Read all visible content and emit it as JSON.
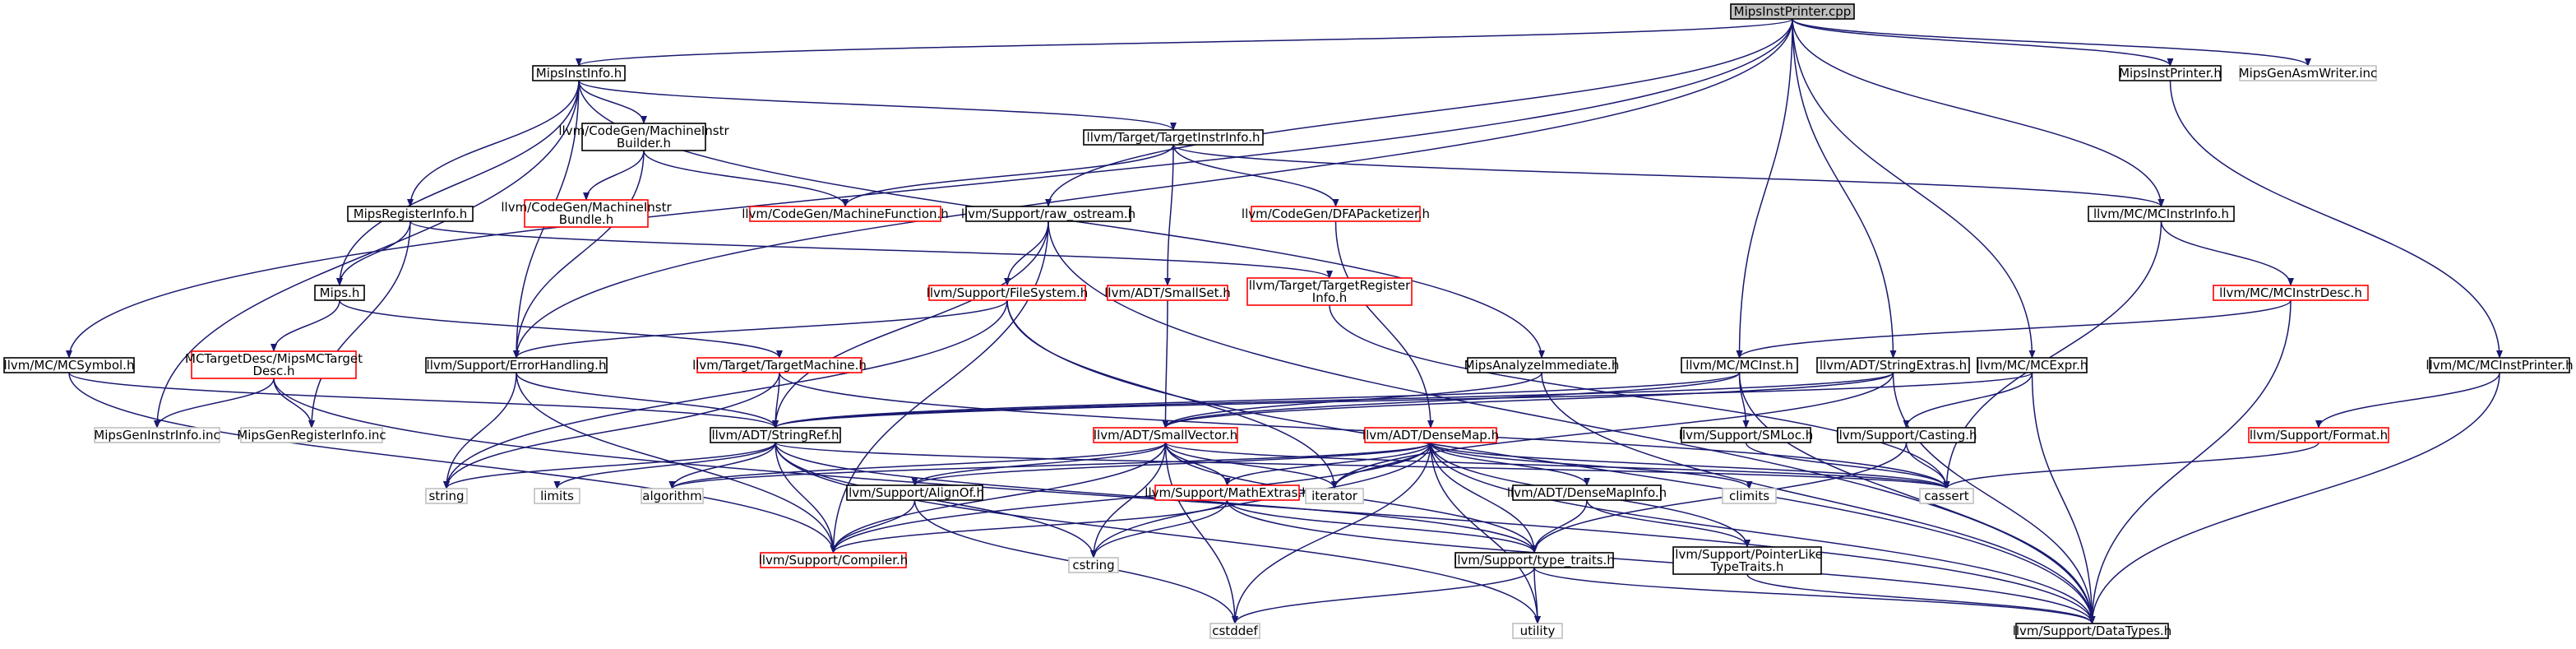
{
  "colors": {
    "root_fill": "#bfbfbf",
    "node_border": "#000000",
    "incomplete_border": "#ff0000",
    "system_border": "#bfbfbf",
    "edge": "#191970"
  },
  "nodes": {
    "root": {
      "label": [
        "MipsInstPrinter.cpp"
      ],
      "kind": "root"
    },
    "mipsinstinfo": {
      "label": [
        "MipsInstInfo.h"
      ],
      "kind": "normal"
    },
    "mipsinstprinter_h": {
      "label": [
        "MipsInstPrinter.h"
      ],
      "kind": "normal"
    },
    "mipsgenasmwriter": {
      "label": [
        "MipsGenAsmWriter.inc"
      ],
      "kind": "system"
    },
    "machineinstrbuilder": {
      "label": [
        "llvm/CodeGen/MachineInstr",
        "Builder.h"
      ],
      "kind": "normal"
    },
    "targetinstrinfo": {
      "label": [
        "llvm/Target/TargetInstrInfo.h"
      ],
      "kind": "normal"
    },
    "machineinstrbundle": {
      "label": [
        "llvm/CodeGen/MachineInstr",
        "Bundle.h"
      ],
      "kind": "incomplete"
    },
    "mipsregisterinfo": {
      "label": [
        "MipsRegisterInfo.h"
      ],
      "kind": "normal"
    },
    "machinefunction": {
      "label": [
        "llvm/CodeGen/MachineFunction.h"
      ],
      "kind": "incomplete"
    },
    "raw_ostream": {
      "label": [
        "llvm/Support/raw_ostream.h"
      ],
      "kind": "normal"
    },
    "dfapacketizer": {
      "label": [
        "llvm/CodeGen/DFAPacketizer.h"
      ],
      "kind": "incomplete"
    },
    "mcinstrinfo": {
      "label": [
        "llvm/MC/MCInstrInfo.h"
      ],
      "kind": "normal"
    },
    "mips_h": {
      "label": [
        "Mips.h"
      ],
      "kind": "normal"
    },
    "filesystem": {
      "label": [
        "llvm/Support/FileSystem.h"
      ],
      "kind": "incomplete"
    },
    "smallset": {
      "label": [
        "llvm/ADT/SmallSet.h"
      ],
      "kind": "incomplete"
    },
    "targetregisterinfo": {
      "label": [
        "llvm/Target/TargetRegister",
        "Info.h"
      ],
      "kind": "incomplete"
    },
    "mcinstrdesc": {
      "label": [
        "llvm/MC/MCInstrDesc.h"
      ],
      "kind": "incomplete"
    },
    "mctargetdesc": {
      "label": [
        "MCTargetDesc/MipsMCTarget",
        "Desc.h"
      ],
      "kind": "incomplete"
    },
    "mcsymbol": {
      "label": [
        "llvm/MC/MCSymbol.h"
      ],
      "kind": "normal"
    },
    "errorhandling": {
      "label": [
        "llvm/Support/ErrorHandling.h"
      ],
      "kind": "normal"
    },
    "targetmachine": {
      "label": [
        "llvm/Target/TargetMachine.h"
      ],
      "kind": "incomplete"
    },
    "mipsanalyzeimmediate": {
      "label": [
        "MipsAnalyzeImmediate.h"
      ],
      "kind": "normal"
    },
    "mcinst": {
      "label": [
        "llvm/MC/MCInst.h"
      ],
      "kind": "normal"
    },
    "stringextras": {
      "label": [
        "llvm/ADT/StringExtras.h"
      ],
      "kind": "normal"
    },
    "mcexpr": {
      "label": [
        "llvm/MC/MCExpr.h"
      ],
      "kind": "normal"
    },
    "mcinstprinter": {
      "label": [
        "llvm/MC/MCInstPrinter.h"
      ],
      "kind": "normal"
    },
    "mipsgeninstrinfo": {
      "label": [
        "MipsGenInstrInfo.inc"
      ],
      "kind": "system"
    },
    "mipsgenregisterinfo": {
      "label": [
        "MipsGenRegisterInfo.inc"
      ],
      "kind": "system"
    },
    "stringref": {
      "label": [
        "llvm/ADT/StringRef.h"
      ],
      "kind": "normal"
    },
    "smallvector": {
      "label": [
        "llvm/ADT/SmallVector.h"
      ],
      "kind": "incomplete"
    },
    "densemap": {
      "label": [
        "llvm/ADT/DenseMap.h"
      ],
      "kind": "incomplete"
    },
    "smloc": {
      "label": [
        "llvm/Support/SMLoc.h"
      ],
      "kind": "normal"
    },
    "casting": {
      "label": [
        "llvm/Support/Casting.h"
      ],
      "kind": "normal"
    },
    "format": {
      "label": [
        "llvm/Support/Format.h"
      ],
      "kind": "incomplete"
    },
    "string": {
      "label": [
        "string"
      ],
      "kind": "system"
    },
    "limits": {
      "label": [
        "limits"
      ],
      "kind": "system"
    },
    "algorithm": {
      "label": [
        "algorithm"
      ],
      "kind": "system"
    },
    "alignof": {
      "label": [
        "llvm/Support/AlignOf.h"
      ],
      "kind": "normal"
    },
    "mathextras": {
      "label": [
        "llvm/Support/MathExtras.h"
      ],
      "kind": "incomplete"
    },
    "iterator": {
      "label": [
        "iterator"
      ],
      "kind": "system"
    },
    "densemapinfo": {
      "label": [
        "llvm/ADT/DenseMapInfo.h"
      ],
      "kind": "normal"
    },
    "climits": {
      "label": [
        "climits"
      ],
      "kind": "system"
    },
    "cassert": {
      "label": [
        "cassert"
      ],
      "kind": "system"
    },
    "compiler": {
      "label": [
        "llvm/Support/Compiler.h"
      ],
      "kind": "incomplete"
    },
    "cstring": {
      "label": [
        "cstring"
      ],
      "kind": "system"
    },
    "type_traits": {
      "label": [
        "llvm/Support/type_traits.h"
      ],
      "kind": "normal"
    },
    "pointerliketypetraits": {
      "label": [
        "llvm/Support/PointerLike",
        "TypeTraits.h"
      ],
      "kind": "normal"
    },
    "cstddef": {
      "label": [
        "cstddef"
      ],
      "kind": "system"
    },
    "utility": {
      "label": [
        "utility"
      ],
      "kind": "system"
    },
    "datatypes": {
      "label": [
        "llvm/Support/DataTypes.h"
      ],
      "kind": "normal"
    }
  },
  "edges": [
    [
      "root",
      "mipsinstinfo"
    ],
    [
      "root",
      "mipsinstprinter_h"
    ],
    [
      "root",
      "mipsgenasmwriter"
    ],
    [
      "root",
      "raw_ostream"
    ],
    [
      "root",
      "mcinstrinfo"
    ],
    [
      "root",
      "mcsymbol"
    ],
    [
      "root",
      "errorhandling"
    ],
    [
      "root",
      "mcinst"
    ],
    [
      "root",
      "stringextras"
    ],
    [
      "root",
      "mcexpr"
    ],
    [
      "mipsinstinfo",
      "machineinstrbuilder"
    ],
    [
      "mipsinstinfo",
      "targetinstrinfo"
    ],
    [
      "mipsinstinfo",
      "mipsregisterinfo"
    ],
    [
      "mipsinstinfo",
      "mips_h"
    ],
    [
      "mipsinstinfo",
      "errorhandling"
    ],
    [
      "mipsinstinfo",
      "mipsanalyzeimmediate"
    ],
    [
      "mipsinstinfo",
      "mipsgeninstrinfo"
    ],
    [
      "mipsinstprinter_h",
      "mcinstprinter"
    ],
    [
      "machineinstrbuilder",
      "machineinstrbundle"
    ],
    [
      "machineinstrbuilder",
      "machinefunction"
    ],
    [
      "machineinstrbuilder",
      "errorhandling"
    ],
    [
      "targetinstrinfo",
      "machinefunction"
    ],
    [
      "targetinstrinfo",
      "dfapacketizer"
    ],
    [
      "targetinstrinfo",
      "smallset"
    ],
    [
      "targetinstrinfo",
      "mcinstrinfo"
    ],
    [
      "mipsregisterinfo",
      "mips_h"
    ],
    [
      "mipsregisterinfo",
      "targetregisterinfo"
    ],
    [
      "mipsregisterinfo",
      "mipsgenregisterinfo"
    ],
    [
      "raw_ostream",
      "filesystem"
    ],
    [
      "raw_ostream",
      "stringref"
    ],
    [
      "raw_ostream",
      "compiler"
    ],
    [
      "raw_ostream",
      "datatypes"
    ],
    [
      "dfapacketizer",
      "densemap"
    ],
    [
      "mcinstrinfo",
      "mcinstrdesc"
    ],
    [
      "mcinstrinfo",
      "cassert"
    ],
    [
      "mips_h",
      "mctargetdesc"
    ],
    [
      "mips_h",
      "targetmachine"
    ],
    [
      "filesystem",
      "errorhandling"
    ],
    [
      "filesystem",
      "iterator"
    ],
    [
      "filesystem",
      "string"
    ],
    [
      "filesystem",
      "datatypes"
    ],
    [
      "smallset",
      "smallvector"
    ],
    [
      "targetregisterinfo",
      "cassert"
    ],
    [
      "mcinstrdesc",
      "mcinst"
    ],
    [
      "mcinstrdesc",
      "datatypes"
    ],
    [
      "mctargetdesc",
      "mipsgeninstrinfo"
    ],
    [
      "mctargetdesc",
      "mipsgenregisterinfo"
    ],
    [
      "mctargetdesc",
      "datatypes"
    ],
    [
      "mcsymbol",
      "stringref"
    ],
    [
      "mcsymbol",
      "compiler"
    ],
    [
      "errorhandling",
      "stringref"
    ],
    [
      "errorhandling",
      "compiler"
    ],
    [
      "errorhandling",
      "string"
    ],
    [
      "targetmachine",
      "stringref"
    ],
    [
      "targetmachine",
      "cassert"
    ],
    [
      "targetmachine",
      "string"
    ],
    [
      "mipsanalyzeimmediate",
      "smallvector"
    ],
    [
      "mipsanalyzeimmediate",
      "datatypes"
    ],
    [
      "mcinst",
      "stringref"
    ],
    [
      "mcinst",
      "smallvector"
    ],
    [
      "mcinst",
      "smloc"
    ],
    [
      "mcinst",
      "datatypes"
    ],
    [
      "stringextras",
      "stringref"
    ],
    [
      "stringextras",
      "smallvector"
    ],
    [
      "stringextras",
      "datatypes"
    ],
    [
      "stringextras",
      "iterator"
    ],
    [
      "mcexpr",
      "casting"
    ],
    [
      "mcexpr",
      "datatypes"
    ],
    [
      "mcexpr",
      "stringref"
    ],
    [
      "mcinstprinter",
      "format"
    ],
    [
      "mcinstprinter",
      "datatypes"
    ],
    [
      "stringref",
      "string"
    ],
    [
      "stringref",
      "limits"
    ],
    [
      "stringref",
      "algorithm"
    ],
    [
      "stringref",
      "cassert"
    ],
    [
      "stringref",
      "cstring"
    ],
    [
      "stringref",
      "utility"
    ],
    [
      "stringref",
      "type_traits"
    ],
    [
      "stringref",
      "compiler"
    ],
    [
      "smallvector",
      "alignof"
    ],
    [
      "smallvector",
      "mathextras"
    ],
    [
      "smallvector",
      "type_traits"
    ],
    [
      "smallvector",
      "algorithm"
    ],
    [
      "smallvector",
      "cassert"
    ],
    [
      "smallvector",
      "cstddef"
    ],
    [
      "smallvector",
      "cstring"
    ],
    [
      "smallvector",
      "iterator"
    ],
    [
      "smallvector",
      "compiler"
    ],
    [
      "smallvector",
      "memory_dummy"
    ],
    [
      "densemap",
      "alignof"
    ],
    [
      "densemap",
      "mathextras"
    ],
    [
      "densemap",
      "type_traits"
    ],
    [
      "densemap",
      "densemapinfo"
    ],
    [
      "densemap",
      "pointerliketypetraits"
    ],
    [
      "densemap",
      "algorithm"
    ],
    [
      "densemap",
      "cassert"
    ],
    [
      "densemap",
      "climits"
    ],
    [
      "densemap",
      "cstddef"
    ],
    [
      "densemap",
      "cstring"
    ],
    [
      "densemap",
      "iterator"
    ],
    [
      "densemap",
      "utility"
    ],
    [
      "densemap",
      "compiler"
    ],
    [
      "densemap",
      "datatypes"
    ],
    [
      "smloc",
      "cassert"
    ],
    [
      "casting",
      "cassert"
    ],
    [
      "casting",
      "type_traits"
    ],
    [
      "format",
      "cassert"
    ],
    [
      "alignof",
      "compiler"
    ],
    [
      "alignof",
      "cstddef"
    ],
    [
      "mathextras",
      "compiler"
    ],
    [
      "mathextras",
      "datatypes"
    ],
    [
      "mathextras",
      "cstring"
    ],
    [
      "mathextras",
      "type_traits"
    ],
    [
      "densemapinfo",
      "pointerliketypetraits"
    ],
    [
      "densemapinfo",
      "type_traits"
    ],
    [
      "type_traits",
      "cstddef"
    ],
    [
      "type_traits",
      "utility"
    ],
    [
      "type_traits",
      "datatypes"
    ],
    [
      "pointerliketypetraits",
      "datatypes"
    ]
  ]
}
